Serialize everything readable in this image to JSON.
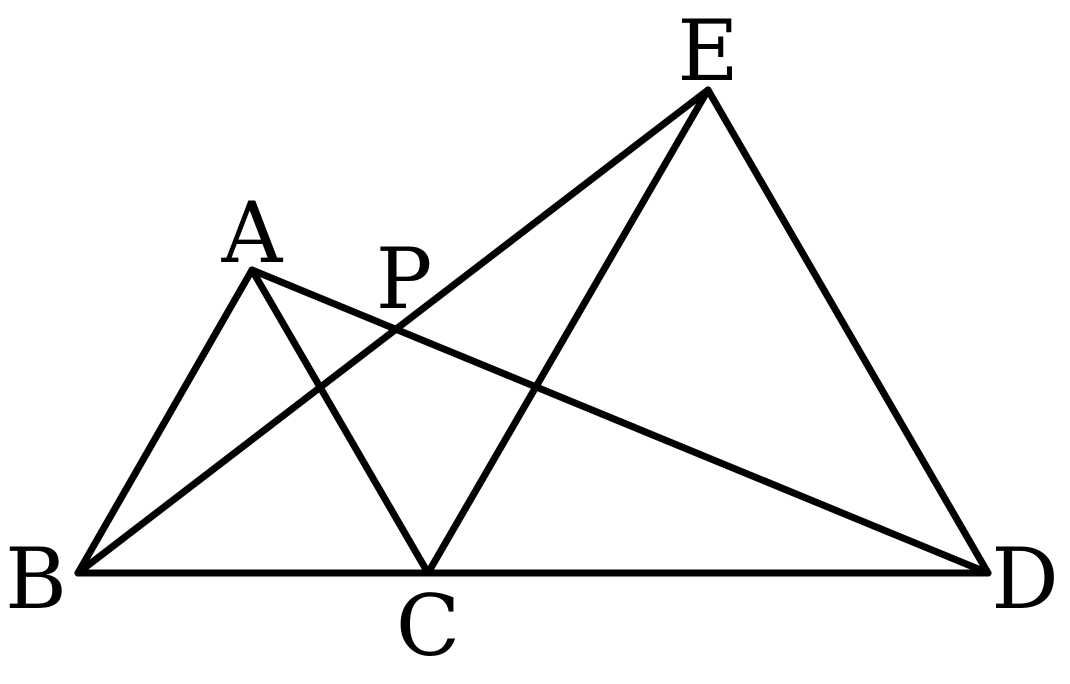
{
  "diagram": {
    "points": [
      {
        "id": "A",
        "label": "A"
      },
      {
        "id": "B",
        "label": "B"
      },
      {
        "id": "C",
        "label": "C"
      },
      {
        "id": "D",
        "label": "D"
      },
      {
        "id": "E",
        "label": "E"
      },
      {
        "id": "P",
        "label": "P"
      }
    ],
    "segments": [
      [
        "A",
        "B"
      ],
      [
        "A",
        "C"
      ],
      [
        "A",
        "D"
      ],
      [
        "B",
        "C"
      ],
      [
        "C",
        "D"
      ],
      [
        "B",
        "E"
      ],
      [
        "C",
        "E"
      ],
      [
        "D",
        "E"
      ]
    ],
    "colors": {
      "stroke": "#000000",
      "label": "#000000",
      "background": "#ffffff"
    }
  }
}
